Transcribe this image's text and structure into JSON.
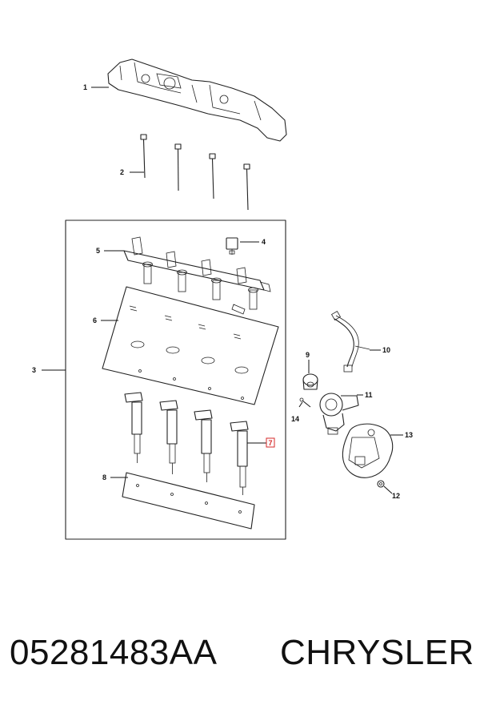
{
  "callouts": {
    "c1": "1",
    "c2": "2",
    "c3": "3",
    "c4": "4",
    "c5": "5",
    "c6": "6",
    "c7": "7",
    "c8": "8",
    "c9": "9",
    "c10": "10",
    "c11": "11",
    "c12": "12",
    "c13": "13",
    "c14": "14"
  },
  "highlight_color": "#d62a2a",
  "caption": {
    "part_number": "05281483AA",
    "brand": "CHRYSLER"
  }
}
